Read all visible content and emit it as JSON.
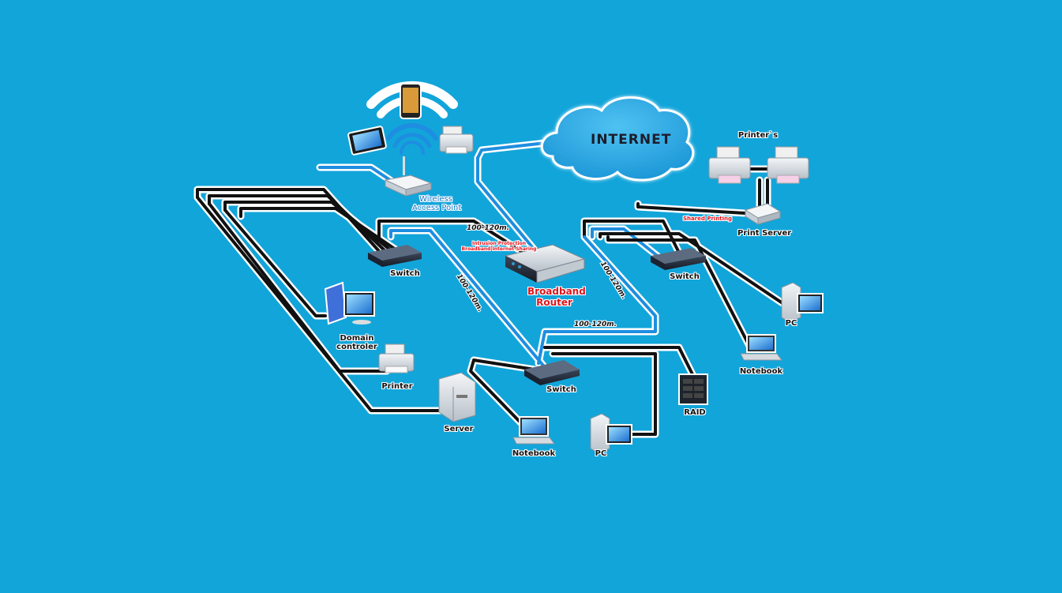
{
  "labels": {
    "internet": "INTERNET",
    "wireless_ap": "Wireless\nAccess Point",
    "switch_top_left": "Switch",
    "switch_top_right": "Switch",
    "switch_center": "Switch",
    "router": "Broadband\nRouter",
    "router_note": "Intrusion Protection\nBroadband Internet Sharing",
    "printers": "Printer`s",
    "print_server": "Print Server",
    "shared_printing": "Shared Printing",
    "domain_controller": "Domain\ncontroler",
    "printer": "Printer",
    "server": "Server",
    "notebook_bottom": "Notebook",
    "pc_bottom": "PC",
    "raid": "RAID",
    "notebook_right": "Notebook",
    "pc_right": "PC",
    "dist_top": "100-120m.",
    "dist_diag_left": "100-120m.",
    "dist_diag_right": "100-120m.",
    "dist_center": "100-120m."
  },
  "colors": {
    "background": "#12a5da",
    "cable": "#111111",
    "cable_outline": "#ffffff",
    "wifi_waves": "#1e8ee0",
    "label_red": "#e0141c",
    "label_blue": "#1478c8"
  },
  "icons": [
    "cloud-icon",
    "wifi-icon",
    "smartphone-icon",
    "tablet-icon",
    "printer-icon",
    "router-icon",
    "switch-icon",
    "server-icon",
    "laptop-icon",
    "pc-icon",
    "raid-icon",
    "print-server-icon"
  ]
}
